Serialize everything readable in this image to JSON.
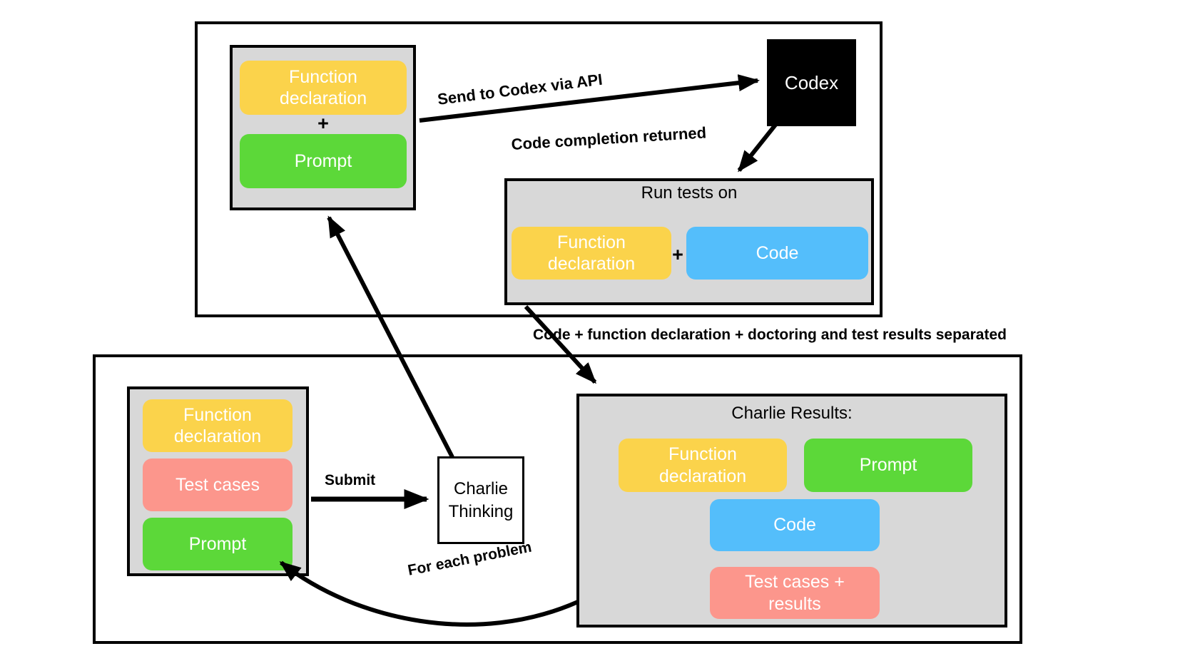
{
  "colors": {
    "panel_gray": "#D8D8D8",
    "yellow": "#FBD34B",
    "green": "#5CD839",
    "blue": "#54BEFB",
    "salmon": "#FC968C",
    "black": "#000000",
    "white": "#FFFFFF"
  },
  "top_flow": {
    "input_group": {
      "function_declaration": "Function declaration",
      "plus": "+",
      "prompt": "Prompt"
    },
    "codex": "Codex",
    "send_label": "Send to Codex via API",
    "return_label": "Code completion returned",
    "run_tests": {
      "title": "Run tests on",
      "function_declaration": "Function declaration",
      "plus": "+",
      "code": "Code"
    }
  },
  "separator_label": "Code + function declaration + doctoring and test results separated",
  "bottom_flow": {
    "problem_group": {
      "function_declaration": "Function declaration",
      "test_cases": "Test cases",
      "prompt": "Prompt"
    },
    "submit_label": "Submit",
    "charlie_thinking": "Charlie Thinking",
    "charlie_results": {
      "title": "Charlie Results:",
      "function_declaration": "Function declaration",
      "prompt": "Prompt",
      "code": "Code",
      "test_cases_results": "Test cases + results"
    },
    "loop_label": "For each problem"
  }
}
